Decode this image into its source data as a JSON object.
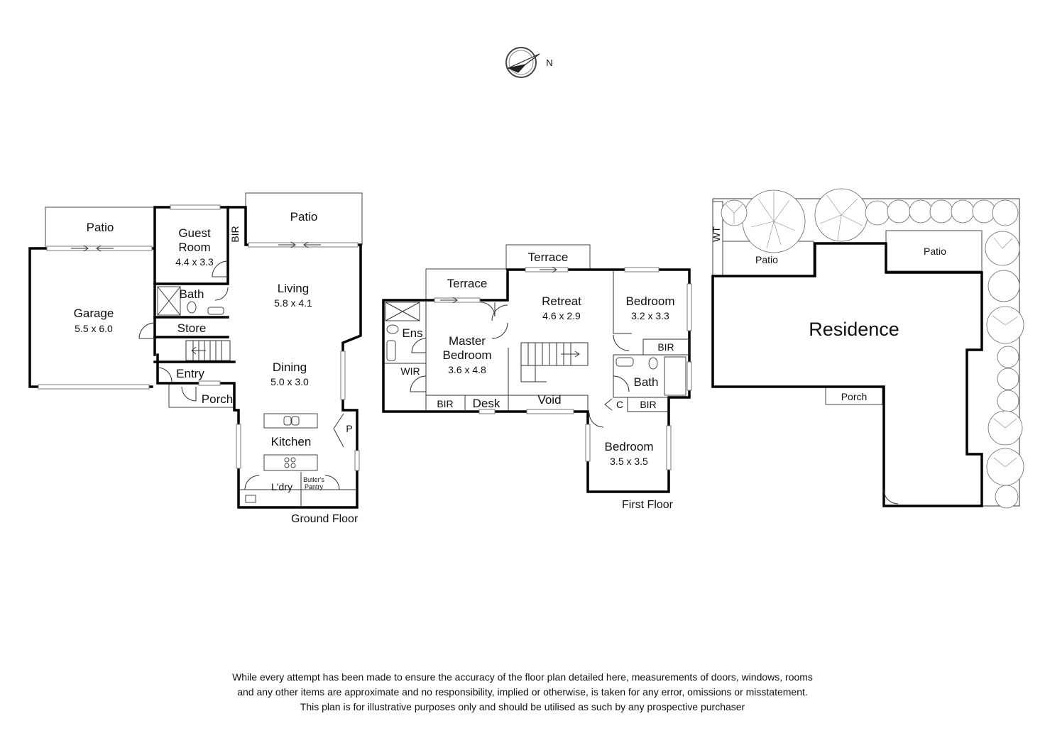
{
  "compass": {
    "label": "N"
  },
  "ground_floor": {
    "title": "Ground Floor",
    "rooms": {
      "garage": {
        "name": "Garage",
        "dims": "5.5 x 6.0"
      },
      "patio_left": {
        "name": "Patio"
      },
      "guest_room": {
        "name_line1": "Guest",
        "name_line2": "Room",
        "dims": "4.4 x 3.3"
      },
      "bir": {
        "name": "BIR"
      },
      "bath": {
        "name": "Bath"
      },
      "store": {
        "name": "Store"
      },
      "entry": {
        "name": "Entry"
      },
      "porch": {
        "name": "Porch"
      },
      "patio_right": {
        "name": "Patio"
      },
      "living": {
        "name": "Living",
        "dims": "5.8 x 4.1"
      },
      "dining": {
        "name": "Dining",
        "dims": "5.0 x 3.0"
      },
      "kitchen": {
        "name": "Kitchen"
      },
      "pantry": {
        "name": "P"
      },
      "laundry": {
        "name": "L'dry"
      },
      "butlers_pantry": {
        "line1": "Butler's",
        "line2": "Pantry"
      }
    }
  },
  "first_floor": {
    "title": "First Floor",
    "rooms": {
      "terrace_left": {
        "name": "Terrace"
      },
      "terrace_right": {
        "name": "Terrace"
      },
      "ens": {
        "name": "Ens"
      },
      "wir": {
        "name": "WIR"
      },
      "master_bedroom": {
        "name_line1": "Master",
        "name_line2": "Bedroom",
        "dims": "3.6 x 4.8"
      },
      "bir_master": {
        "name": "BIR"
      },
      "desk": {
        "name": "Desk"
      },
      "retreat": {
        "name": "Retreat",
        "dims": "4.6 x 2.9"
      },
      "void": {
        "name": "Void"
      },
      "bedroom_a": {
        "name": "Bedroom",
        "dims": "3.2 x 3.3"
      },
      "bir_a": {
        "name": "BIR"
      },
      "bath": {
        "name": "Bath"
      },
      "c": {
        "name": "C"
      },
      "bir_b": {
        "name": "BIR"
      },
      "bedroom_b": {
        "name": "Bedroom",
        "dims": "3.5 x 3.5"
      }
    }
  },
  "site_plan": {
    "residence": "Residence",
    "wt": "WT",
    "patio_left": "Patio",
    "patio_right": "Patio",
    "porch": "Porch"
  },
  "disclaimer": [
    "While every attempt has been made to ensure the accuracy of the floor plan detailed here, measurements of doors, windows, rooms",
    "and any other items are approximate and no responsibility, implied or otherwise, is taken for any error, omissions or misstatement.",
    "This plan is for illustrative purposes only and should be utilised as such by any prospective purchaser"
  ]
}
